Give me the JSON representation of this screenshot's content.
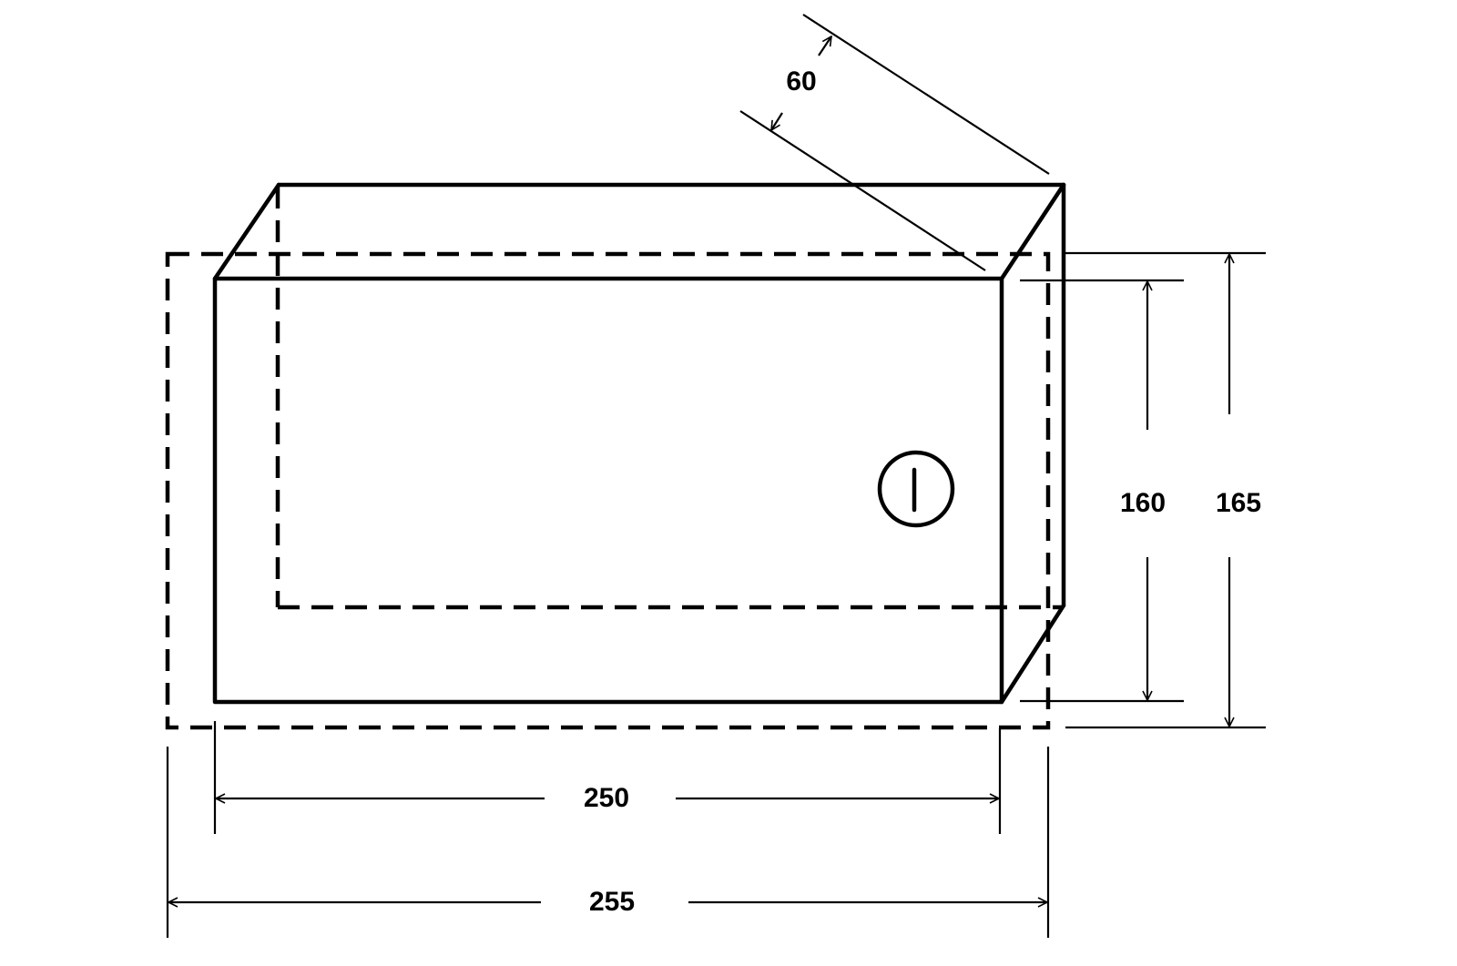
{
  "colors": {
    "line": "#000000",
    "background": "#ffffff"
  },
  "labels": {
    "depth": "60",
    "inner_height": "160",
    "outer_height": "165",
    "inner_width": "250",
    "outer_width": "255"
  }
}
